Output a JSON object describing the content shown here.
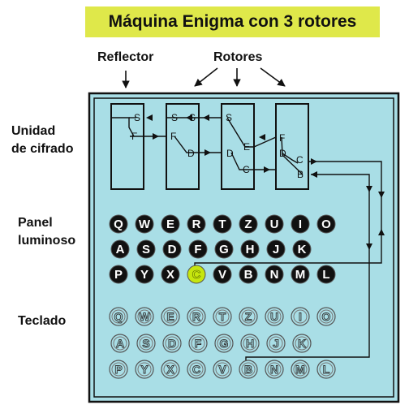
{
  "title": "Máquina Enigma con 3 rotores",
  "top_labels": {
    "reflector": "Reflector",
    "rotors": "Rotores"
  },
  "side_labels": {
    "scrambler_line1": "Unidad",
    "scrambler_line2": "de cifrado",
    "lamps_line1": "Panel",
    "lamps_line2": "luminoso",
    "keyboard": "Teclado"
  },
  "rotor_letters": {
    "reflector": [
      "S",
      "F"
    ],
    "rotor_left": [
      "S",
      "S",
      "F",
      "D"
    ],
    "rotor_middle": [
      "S",
      "E",
      "D",
      "C"
    ],
    "rotor_right": [
      "F",
      "D",
      "C",
      "B"
    ]
  },
  "lampboard_rows": [
    [
      "Q",
      "W",
      "E",
      "R",
      "T",
      "Z",
      "U",
      "I",
      "O"
    ],
    [
      "A",
      "S",
      "D",
      "F",
      "G",
      "H",
      "J",
      "K"
    ],
    [
      "P",
      "Y",
      "X",
      "C",
      "V",
      "B",
      "N",
      "M",
      "L"
    ]
  ],
  "keyboard_rows": [
    [
      "Q",
      "W",
      "E",
      "R",
      "T",
      "Z",
      "U",
      "I",
      "O"
    ],
    [
      "A",
      "S",
      "D",
      "F",
      "G",
      "H",
      "J",
      "K"
    ],
    [
      "P",
      "Y",
      "X",
      "C",
      "V",
      "B",
      "N",
      "M",
      "L"
    ]
  ],
  "lit_lamp": "C",
  "pressed_key": "B",
  "colors": {
    "panel": "#a9dee6",
    "title_bg": "#dfe84a",
    "lamp": "#111111",
    "lamp_lit": "#c6e60e",
    "key": "#a9dee6"
  }
}
